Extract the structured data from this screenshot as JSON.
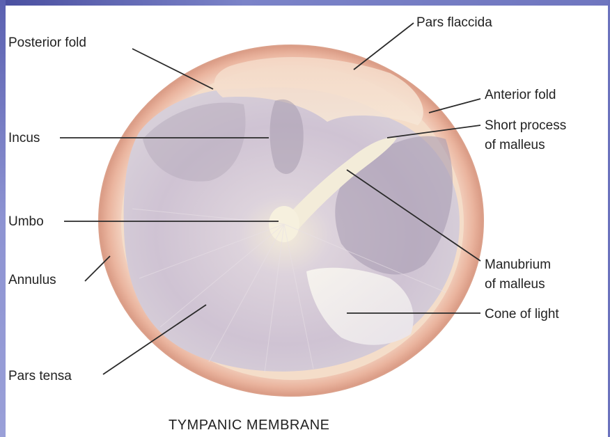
{
  "labels": {
    "posterior_fold": "Posterior fold",
    "incus": "Incus",
    "umbo": "Umbo",
    "annulus": "Annulus",
    "pars_tensa": "Pars tensa",
    "pars_flaccida": "Pars flaccida",
    "anterior_fold": "Anterior fold",
    "short_process_line1": "Short process",
    "short_process_line2": "of malleus",
    "manubrium_line1": "Manubrium",
    "manubrium_line2": "of malleus",
    "cone_of_light": "Cone of light"
  },
  "caption": "TYMPANIC MEMBRANE",
  "colors": {
    "rim": "#e9b39c",
    "membrane": "#d6ccd8",
    "frame": "#6f76bf"
  }
}
